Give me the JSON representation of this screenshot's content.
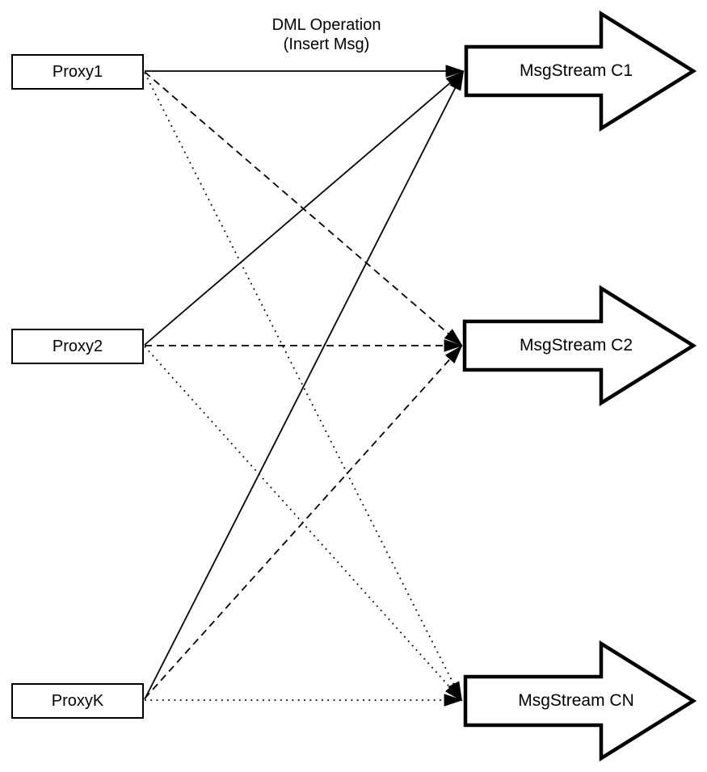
{
  "label": {
    "line1": "DML Operation",
    "line2": "(Insert Msg)"
  },
  "proxies": [
    {
      "label": "Proxy1"
    },
    {
      "label": "Proxy2"
    },
    {
      "label": "ProxyK"
    }
  ],
  "streams": [
    {
      "label": "MsgStream C1"
    },
    {
      "label": "MsgStream C2"
    },
    {
      "label": "MsgStream CN"
    }
  ],
  "edges": [
    {
      "from": "Proxy1",
      "to": "MsgStream C1",
      "style": "solid"
    },
    {
      "from": "Proxy1",
      "to": "MsgStream C2",
      "style": "dashed"
    },
    {
      "from": "Proxy1",
      "to": "MsgStream CN",
      "style": "dotted"
    },
    {
      "from": "Proxy2",
      "to": "MsgStream C1",
      "style": "solid"
    },
    {
      "from": "Proxy2",
      "to": "MsgStream C2",
      "style": "dashed"
    },
    {
      "from": "Proxy2",
      "to": "MsgStream CN",
      "style": "dotted"
    },
    {
      "from": "ProxyK",
      "to": "MsgStream C1",
      "style": "solid"
    },
    {
      "from": "ProxyK",
      "to": "MsgStream C2",
      "style": "dashed"
    },
    {
      "from": "ProxyK",
      "to": "MsgStream CN",
      "style": "dotted"
    }
  ],
  "colors": {
    "stroke": "#000000",
    "fill": "#ffffff",
    "background": "#ffffff"
  }
}
